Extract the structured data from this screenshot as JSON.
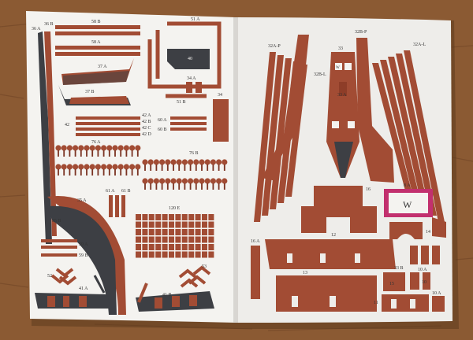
{
  "colors": {
    "table": "#8b5a33",
    "paper": "#f4f3f0",
    "brick": "#a24c34",
    "brick_dark": "#7a3322",
    "slate": "#3d3f44",
    "magenta": "#c2306e",
    "ink": "#333333"
  },
  "left_page": {
    "labels": {
      "p36a": "36 A",
      "p36b": "36 B",
      "p58b": "58 B",
      "p58a": "58 A",
      "p51a": "51 A",
      "p51b": "51 B",
      "p40": "40",
      "p34a": "34 A",
      "p34": "34",
      "p37a": "37 A",
      "p37b": "37 B",
      "p42": "42",
      "p42a": "42 A",
      "p42b": "42 B",
      "p42c": "42 C",
      "p42d": "42 D",
      "p60a": "60 A",
      "p60b": "60 B",
      "p76a": "76 A",
      "p76b": "76 B",
      "p35a": "35 A",
      "p35b": "35 B",
      "p61a": "61 A",
      "p61b": "61 B",
      "p120e": "120 E",
      "p59a": "59 A",
      "p59b": "59 B",
      "p52": "52",
      "p53": "53",
      "p41a": "41 A",
      "p41b": "41 B"
    }
  },
  "right_page": {
    "labels": {
      "p32ap": "32A-P",
      "p32bp": "32B-P",
      "p32al": "32A-L",
      "p33": "33",
      "p32bl": "32B-L",
      "p33a": "33 A",
      "p16": "16",
      "p8a": "8 A",
      "w_letter": "W",
      "small_w": "W",
      "p14": "14",
      "p16a": "16 A",
      "p12": "12",
      "p13": "13",
      "p33b": "33 B",
      "p15": "15",
      "p11": "11",
      "p10a": "10 A",
      "p10a2": "10 A",
      "p10": "10"
    }
  }
}
